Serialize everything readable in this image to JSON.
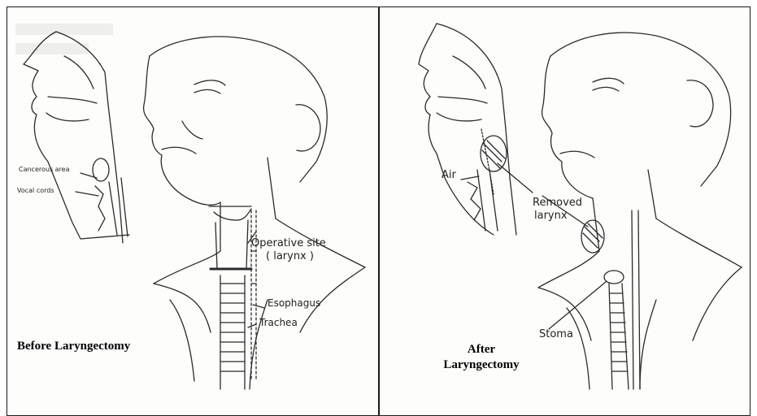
{
  "before": {
    "caption": "Before Laryngectomy",
    "labels": {
      "cancerous_area": "Cancerous area",
      "vocal_cords": "Vocal cords",
      "operative_site": "Operative site",
      "operative_site_paren": "( larynx )",
      "esophagus": "Esophagus",
      "trachea": "Trachea"
    }
  },
  "after": {
    "caption_line1": "After",
    "caption_line2": "Laryngectomy",
    "labels": {
      "air": "Air",
      "removed_line1": "Removed",
      "removed_line2": "larynx",
      "stoma": "Stoma"
    }
  },
  "icons": {
    "before_illustration": "neck-anatomy-before-illustration",
    "after_illustration": "neck-anatomy-after-illustration"
  }
}
